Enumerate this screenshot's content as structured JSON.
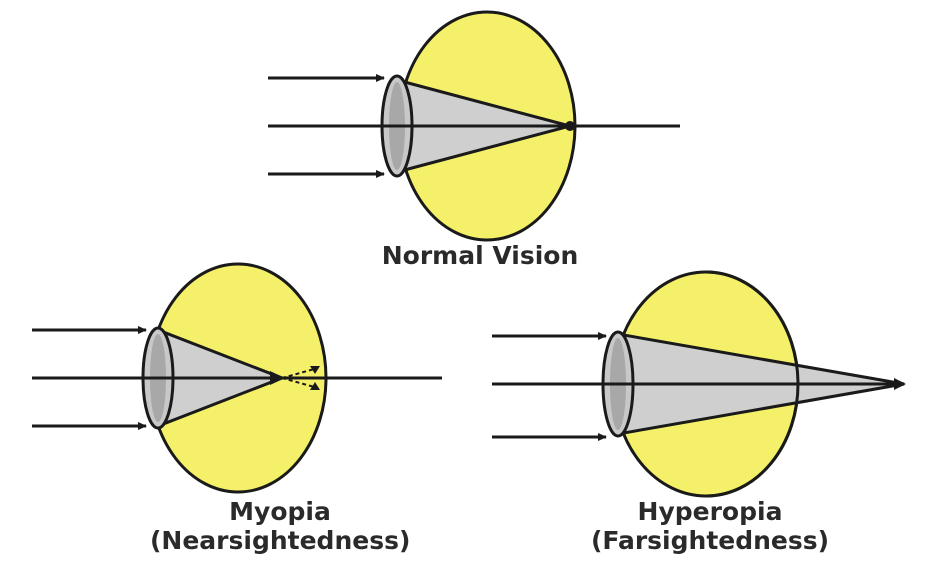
{
  "captions": {
    "normal": {
      "line1": "Normal Vision"
    },
    "myopia": {
      "line1": "Myopia",
      "line2": "(Nearsightedness)"
    },
    "hyperopia": {
      "line1": "Hyperopia",
      "line2": "(Farsightedness)"
    }
  },
  "colors": {
    "eyeball_fill": "#f5f06a",
    "outline": "#1a1a1a",
    "lens_fill": "#c8c8c8",
    "lens_dark": "#9a9a9a",
    "light_cone_fill": "#cfcfcf",
    "text": "#2a2a2a"
  },
  "diagrams": [
    {
      "id": "normal-vision",
      "focus": "on-retina"
    },
    {
      "id": "myopia",
      "focus": "in-front-of-retina"
    },
    {
      "id": "hyperopia",
      "focus": "behind-retina"
    }
  ]
}
